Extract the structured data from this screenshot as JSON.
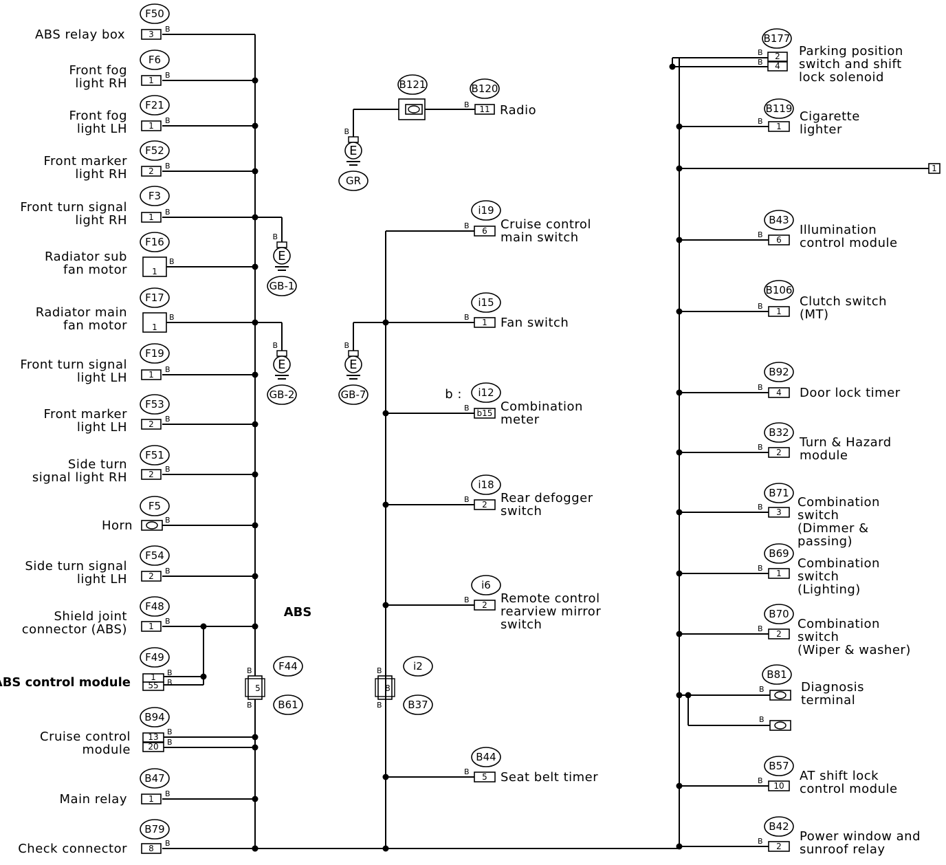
{
  "wire_color": "B",
  "abs_label": "ABS",
  "left_components": [
    {
      "code": "F50",
      "pin": "3",
      "label": [
        "ABS relay box"
      ]
    },
    {
      "code": "F6",
      "pin": "1",
      "label": [
        "Front fog",
        "light RH"
      ]
    },
    {
      "code": "F21",
      "pin": "1",
      "label": [
        "Front fog",
        "light LH"
      ]
    },
    {
      "code": "F52",
      "pin": "2",
      "label": [
        "Front marker",
        "light RH"
      ]
    },
    {
      "code": "F3",
      "pin": "1",
      "label": [
        "Front turn signal",
        "light RH"
      ]
    },
    {
      "code": "F16",
      "pin": "1",
      "label": [
        "Radiator sub",
        "fan motor"
      ]
    },
    {
      "code": "F17",
      "pin": "1",
      "label": [
        "Radiator main",
        "fan motor"
      ]
    },
    {
      "code": "F19",
      "pin": "1",
      "label": [
        "Front turn signal",
        "light LH"
      ]
    },
    {
      "code": "F53",
      "pin": "2",
      "label": [
        "Front marker",
        "light LH"
      ]
    },
    {
      "code": "F51",
      "pin": "2",
      "label": [
        "Side turn",
        "signal light RH"
      ]
    },
    {
      "code": "F5",
      "pin": "",
      "label": [
        "Horn"
      ]
    },
    {
      "code": "F54",
      "pin": "2",
      "label": [
        "Side turn signal",
        "light LH"
      ]
    },
    {
      "code": "F48",
      "pin": "1",
      "label": [
        "Shield joint",
        "connector (ABS)"
      ]
    },
    {
      "code": "F49",
      "pins": [
        "1",
        "55"
      ],
      "label": [
        "ABS control module"
      ]
    },
    {
      "code": "B94",
      "pins": [
        "13",
        "20"
      ],
      "label": [
        "Cruise control",
        "module"
      ]
    },
    {
      "code": "B47",
      "pin": "1",
      "label": [
        "Main relay"
      ]
    },
    {
      "code": "B79",
      "pin": "8",
      "label": [
        "Check connector"
      ]
    }
  ],
  "grounds": [
    {
      "name": "GB-1"
    },
    {
      "name": "GB-2"
    },
    {
      "name": "GB-7"
    },
    {
      "name": "GR"
    }
  ],
  "ground_symbol": "E",
  "connectors_inline": [
    {
      "top": "F44",
      "bottom": "B61",
      "pin": "5"
    },
    {
      "top": "i2",
      "bottom": "B37",
      "pin": "8"
    }
  ],
  "radio": {
    "code_left": "B121",
    "code_right": "B120",
    "pin": "11",
    "label": [
      "Radio"
    ]
  },
  "middle_components": [
    {
      "code": "i19",
      "pin": "6",
      "label": [
        "Cruise control",
        "main switch"
      ]
    },
    {
      "code": "i15",
      "pin": "1",
      "label": [
        "Fan switch"
      ]
    },
    {
      "code": "i12",
      "prefix": "b :",
      "pin": "b15",
      "label": [
        "Combination",
        "meter"
      ]
    },
    {
      "code": "i18",
      "pin": "2",
      "label": [
        "Rear defogger",
        "switch"
      ]
    },
    {
      "code": "i6",
      "pin": "2",
      "label": [
        "Remote control",
        "rearview mirror",
        "switch"
      ]
    },
    {
      "code": "B44",
      "pin": "5",
      "label": [
        "Seat belt timer"
      ]
    }
  ],
  "right_components": [
    {
      "code": "B177",
      "pins": [
        "2",
        "4"
      ],
      "label": [
        "Parking position",
        "switch and shift",
        "lock solenoid"
      ]
    },
    {
      "code": "B119",
      "pin": "1",
      "label": [
        "Cigarette",
        "lighter"
      ]
    },
    {
      "code": "",
      "pin": "1",
      "label": []
    },
    {
      "code": "B43",
      "pin": "6",
      "label": [
        "Illumination",
        "control module"
      ]
    },
    {
      "code": "B106",
      "pin": "1",
      "label": [
        "Clutch switch",
        "(MT)"
      ]
    },
    {
      "code": "B92",
      "pin": "4",
      "label": [
        "Door lock timer"
      ]
    },
    {
      "code": "B32",
      "pin": "2",
      "label": [
        "Turn & Hazard",
        "module"
      ]
    },
    {
      "code": "B71",
      "pin": "3",
      "label": [
        "Combination",
        "switch",
        "(Dimmer &",
        "passing)"
      ]
    },
    {
      "code": "B69",
      "pin": "1",
      "label": [
        "Combination",
        "switch",
        "(Lighting)"
      ]
    },
    {
      "code": "B70",
      "pin": "2",
      "label": [
        "Combination",
        "switch",
        "(Wiper & washer)"
      ]
    },
    {
      "code": "B81",
      "pin": "",
      "label": [
        "Diagnosis",
        "terminal"
      ]
    },
    {
      "code": "B57",
      "pin": "10",
      "label": [
        "AT shift lock",
        "control module"
      ]
    },
    {
      "code": "B42",
      "pin": "2",
      "label": [
        "Power window and",
        "sunroof relay"
      ]
    }
  ]
}
